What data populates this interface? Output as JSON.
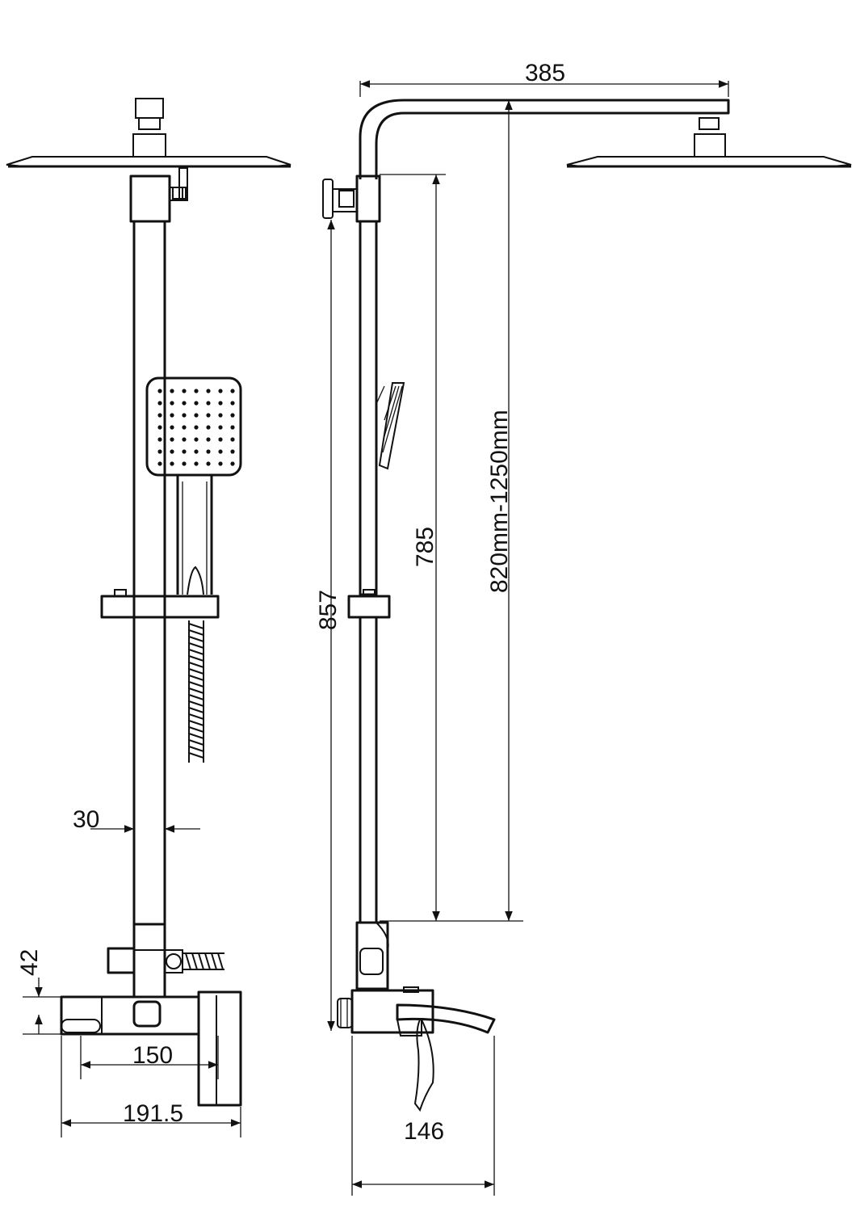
{
  "diagram": {
    "dimensions": {
      "top_arm": "385",
      "tube_width": "30",
      "bracket_height": "42",
      "hole_spacing": "150",
      "mixer_width": "191.5",
      "spout_depth": "146",
      "total_height": "857",
      "slide_length": "785",
      "adjust_range": "820mm-1250mm"
    }
  }
}
